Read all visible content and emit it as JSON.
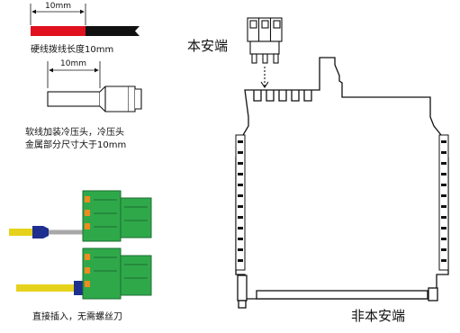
{
  "hard_wire": {
    "dimension": "10mm",
    "caption": "硬线拨线长度10mm"
  },
  "soft_wire": {
    "dimension": "10mm",
    "caption_line1": "软线加装冷压头，冷压头",
    "caption_line2": "金属部分尺寸大于10mm"
  },
  "plug_caption": "直接插入，无需螺丝刀",
  "module": {
    "safe_side_label": "本安端",
    "non_safe_side_label": "非本安端"
  },
  "colors": {
    "wire_red": "#e0101e",
    "wire_black": "#111111",
    "connector_green": "#2fa84a",
    "ferrule_blue": "#1f2f8f",
    "wire_yellow": "#e6d21c",
    "wire_grey": "#a8a8a8"
  }
}
